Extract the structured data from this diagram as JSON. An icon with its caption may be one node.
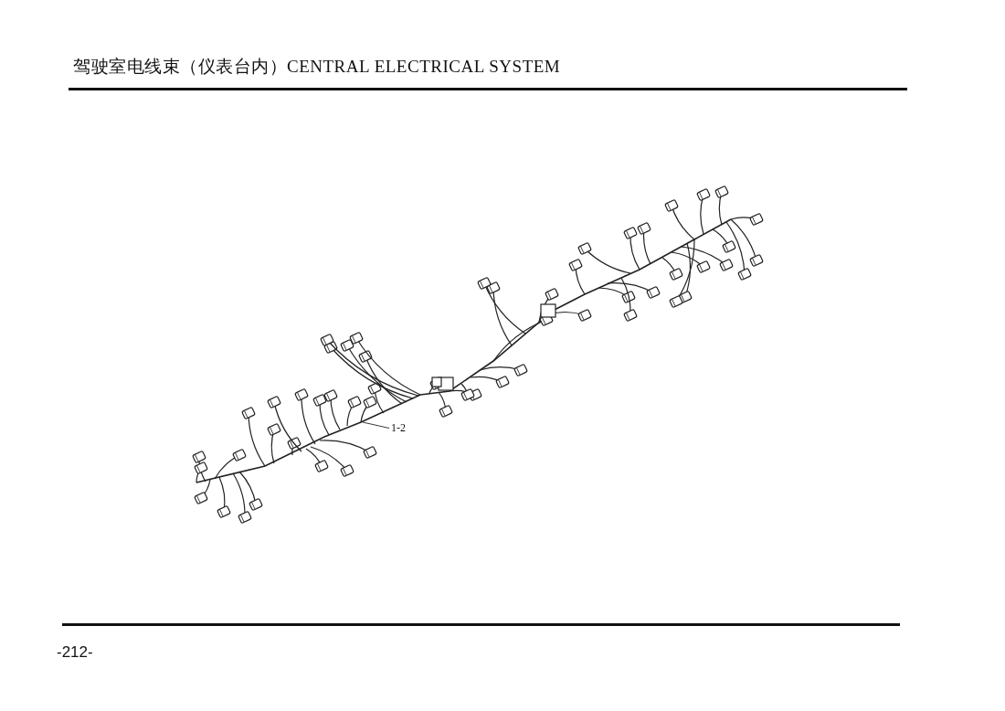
{
  "diagram": {
    "title": "驾驶室电线束（仪表台内）CENTRAL ELECTRICAL SYSTEM",
    "nodes": [
      {
        "text": [],
        "shape": "picture"
      },
      {
        "text": [
          "1-2"
        ],
        "in": 0
      }
    ],
    "edges": [
      {
        "from": 1,
        "to": 0,
        "arrow": "none"
      }
    ],
    "labels": [
      "-212-"
    ]
  }
}
